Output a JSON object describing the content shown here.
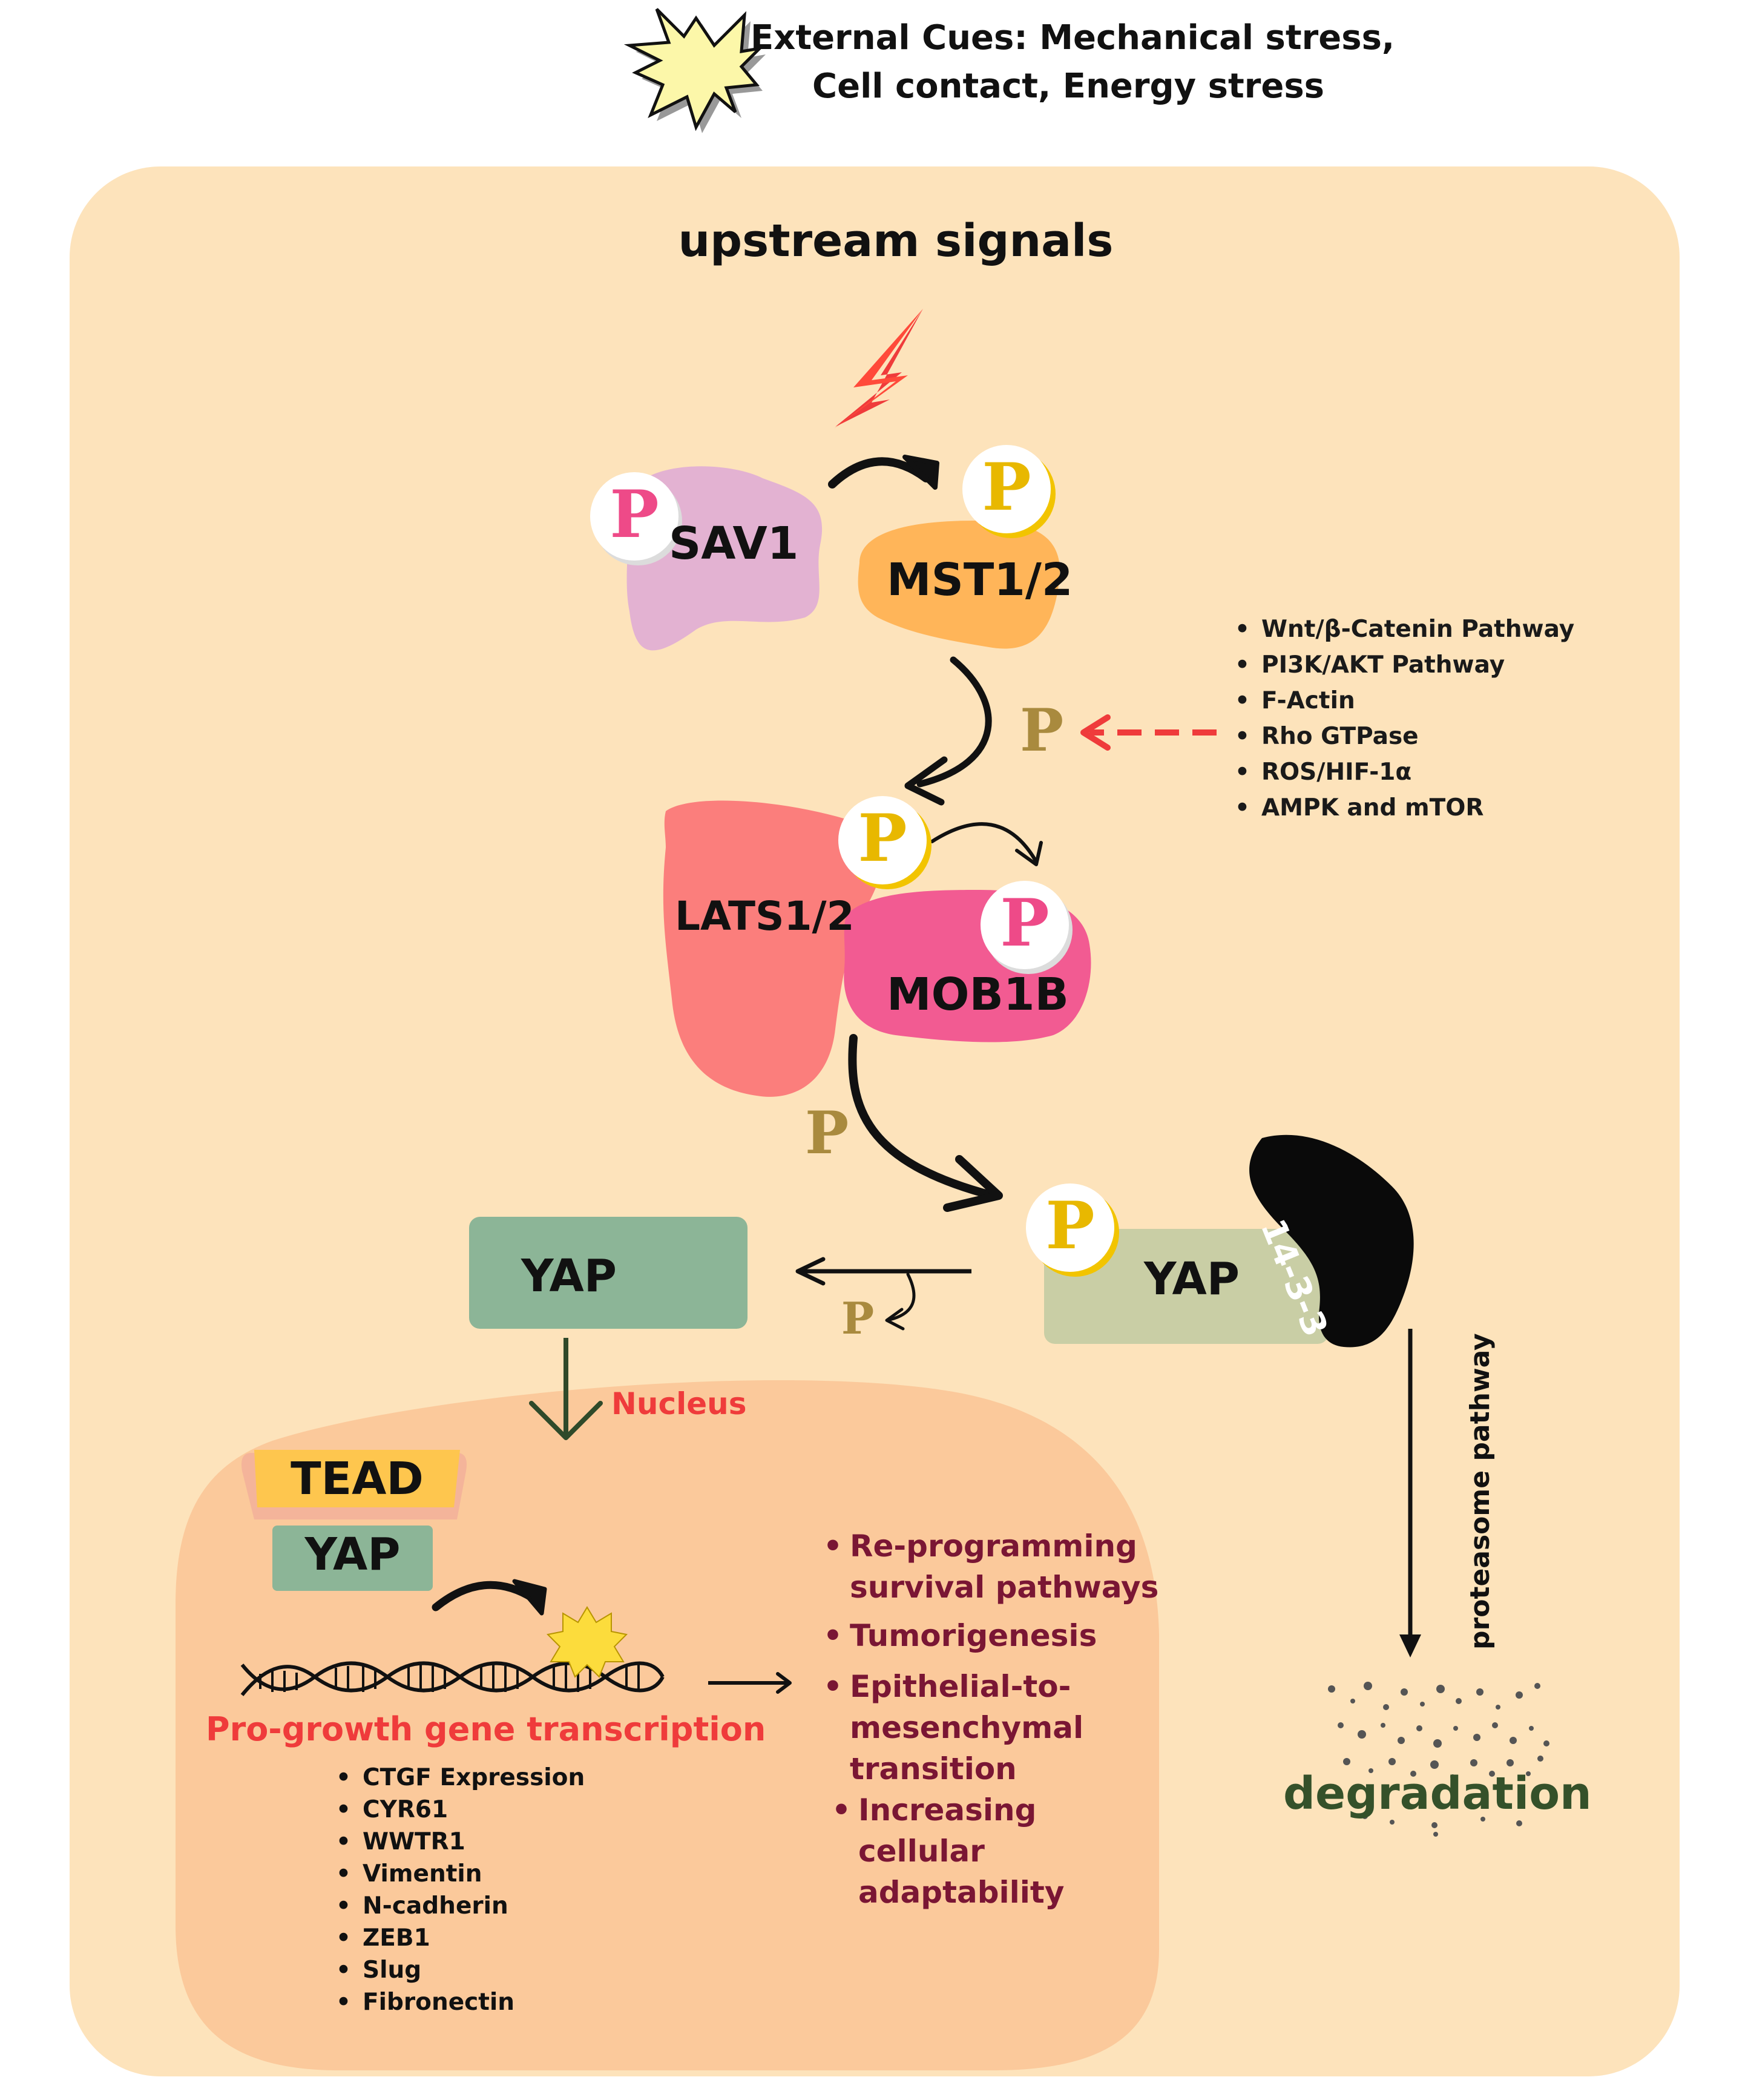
{
  "external_cues": {
    "line1": "External Cues: Mechanical stress,",
    "line2": "Cell contact, Energy stress"
  },
  "upstream_title": "upstream signals",
  "phospho_symbol": "P",
  "proteins": {
    "sav1": "SAV1",
    "mst": "MST1/2",
    "lats": "LATS1/2",
    "mob1b": "MOB1B",
    "yap": "YAP",
    "yap_p": "YAP",
    "complex_1433": "14-3-3",
    "tead": "TEAD",
    "yap_nuclear": "YAP"
  },
  "regulators": [
    "Wnt/β-Catenin Pathway",
    "PI3K/AKT Pathway",
    "F-Actin",
    "Rho GTPase",
    "ROS/HIF-1α",
    "AMPK and mTOR"
  ],
  "nucleus_label": "Nucleus",
  "transcription_label": "Pro-growth gene transcription",
  "target_genes": [
    "CTGF Expression",
    "CYR61",
    "WWTR1",
    "Vimentin",
    "N-cadherin",
    "ZEB1",
    "Slug",
    "Fibronectin"
  ],
  "outcomes": [
    [
      "Re-programming",
      "survival pathways"
    ],
    [
      "Tumorigenesis"
    ],
    [
      "Epithelial-to-",
      "mesenchymal",
      "transition"
    ],
    [
      "Increasing",
      "cellular",
      "adaptability"
    ]
  ],
  "proteasome_label": "proteasome pathway",
  "degradation_label": "degradation",
  "colors": {
    "cell": "#fde3bb",
    "nucleus": "#fbc99b",
    "sav1": "#e3b2d2",
    "mst": "#ffb559",
    "lats": "#fb7e7c",
    "mob1b": "#f25b92",
    "yap": "#8cb597",
    "yap_p": "#c9cea5",
    "tead": "#fec64e",
    "red_text": "#ef3b3b",
    "outcome_text": "#7a1634",
    "degradation": "#35512a"
  }
}
